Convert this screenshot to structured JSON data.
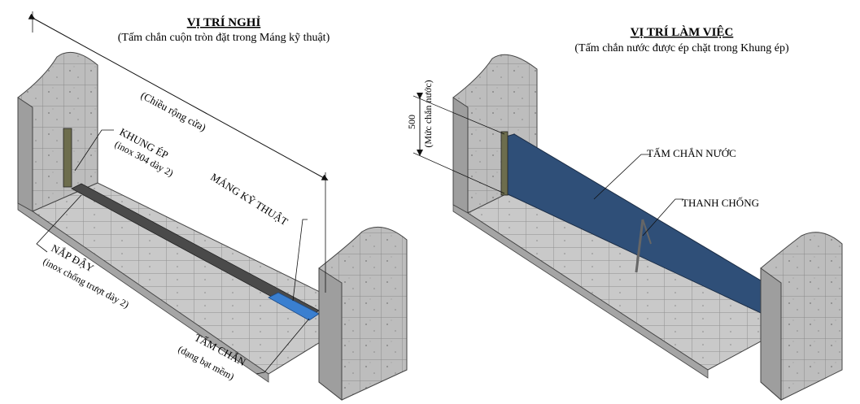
{
  "left_panel": {
    "title": "VỊ TRÍ NGHỈ",
    "subtitle": "(Tấm chắn cuộn tròn đặt trong Máng kỹ thuật)",
    "width_label": "(Chiều rộng cửa)",
    "frame_label": "KHUNG ÉP",
    "frame_spec": "(inox 304 dày 2)",
    "trench_label": "MÁNG KỸ THUẬT",
    "cover_label": "NẮP ĐẬY",
    "cover_spec": "(inox chống trượt dày 2)",
    "barrier_label": "TẤM CHẮN",
    "barrier_spec": "(dạng bạt mềm)"
  },
  "right_panel": {
    "title": "VỊ TRÍ LÀM VIỆC",
    "subtitle": "(Tấm chắn nước được ép chặt trong Khung ép)",
    "panel_label": "TẤM CHẮN NƯỚC",
    "brace_label": "THANH CHỐNG",
    "height_value": "500",
    "height_label": "(Mức chắn nước)"
  },
  "colors": {
    "concrete": "#b9b9b9",
    "concrete_dark": "#8e8e8e",
    "panel_blue": "#2f4f78",
    "trench_blue": "#3a7fd0"
  }
}
